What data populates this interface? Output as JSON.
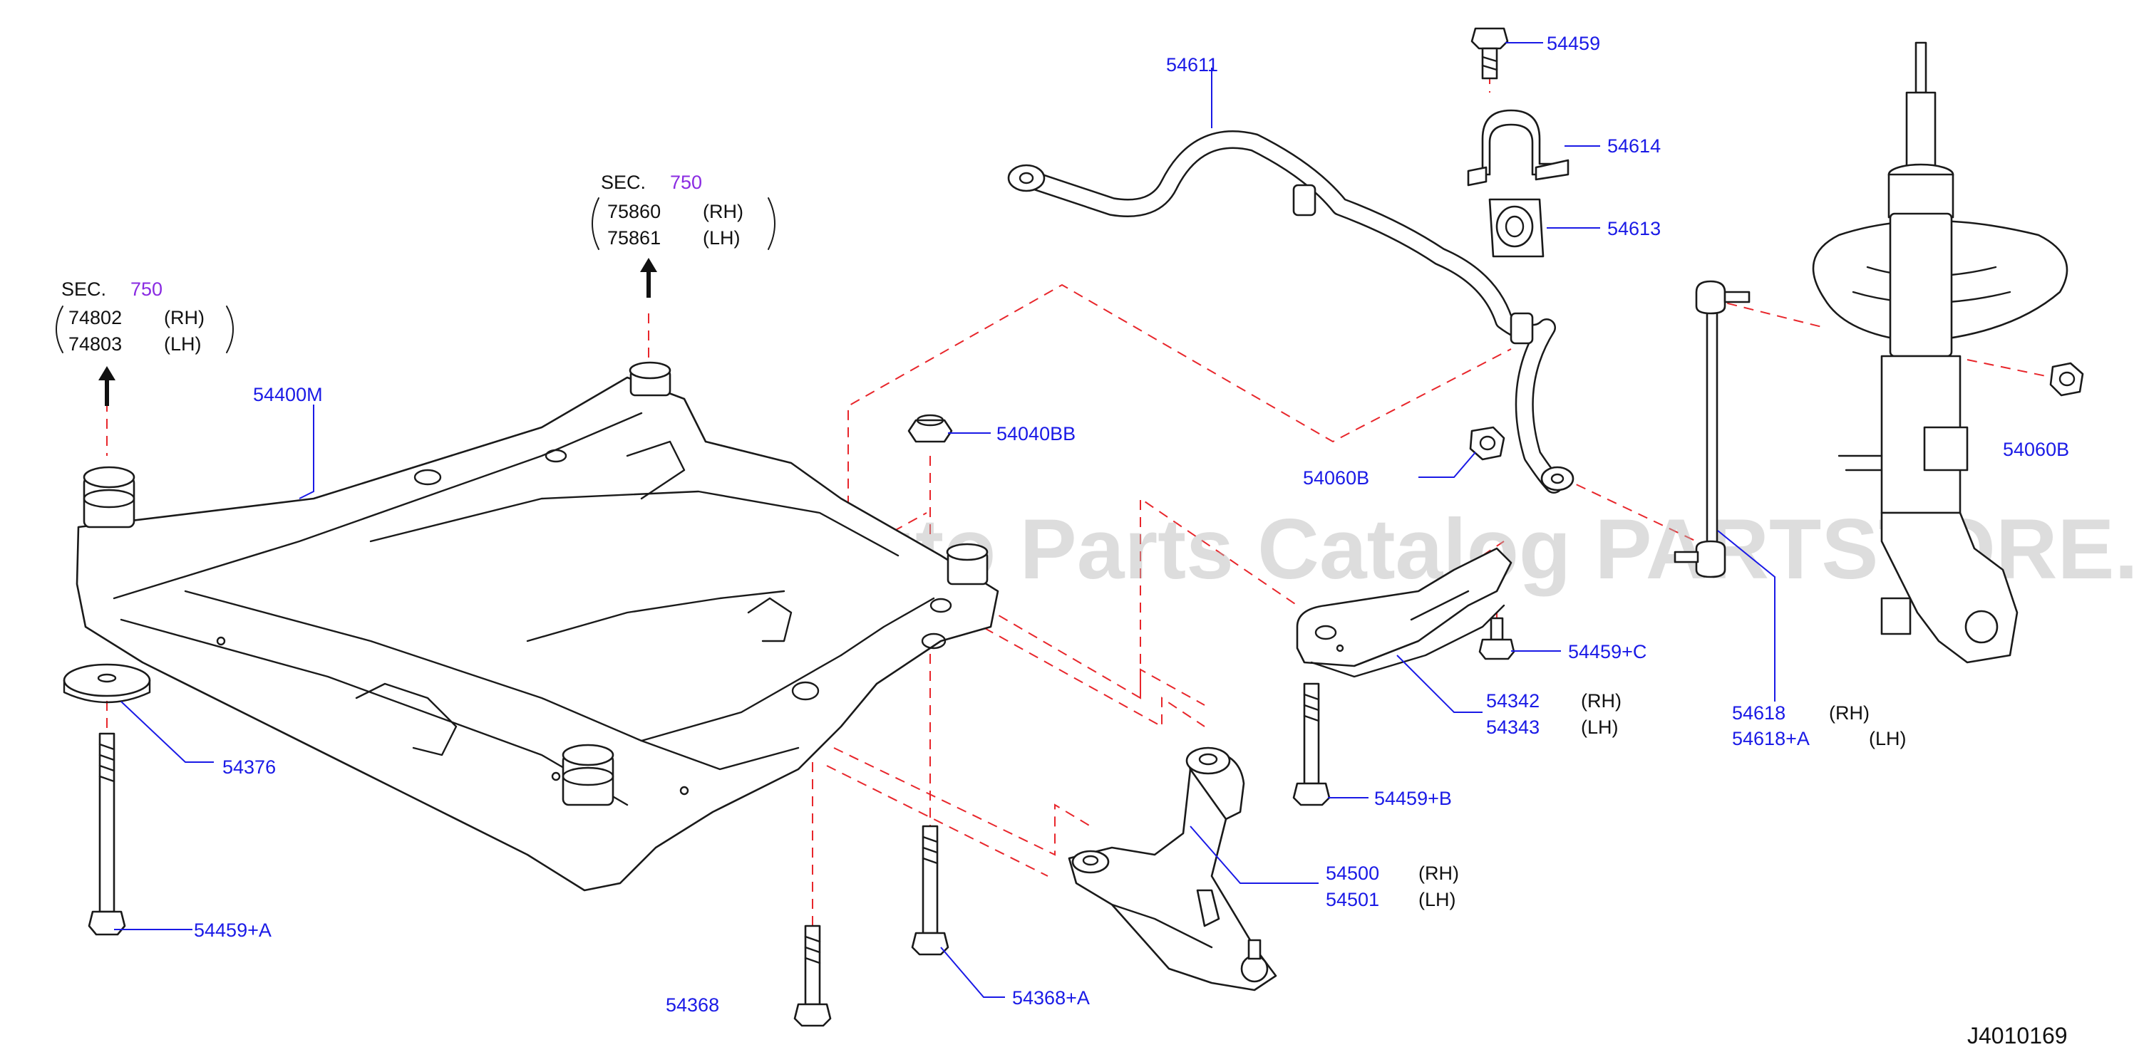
{
  "watermark": "Offers Merchant Auto Parts Catalog PARTSTORE.SA",
  "diagram_ref": "J4010169",
  "sections": [
    {
      "label": "SEC.",
      "number": "750",
      "parts": [
        "74802",
        "74803"
      ],
      "sides": [
        "(RH)",
        "(LH)"
      ]
    },
    {
      "label": "SEC.",
      "number": "750",
      "parts": [
        "75860",
        "75861"
      ],
      "sides": [
        "(RH)",
        "(LH)"
      ]
    }
  ],
  "callouts": {
    "c54400M": "54400M",
    "c54376": "54376",
    "c54459A": "54459+A",
    "c54368": "54368",
    "c54368A": "54368+A",
    "c54040BB": "54040BB",
    "c54611": "54611",
    "c54459": "54459",
    "c54614": "54614",
    "c54613": "54613",
    "c54060B_left": "54060B",
    "c54060B_right": "54060B",
    "c54459C": "54459+C",
    "c54459B": "54459+B",
    "c54342": "54342",
    "c54343": "54343",
    "c54342_side": "(RH)",
    "c54343_side": "(LH)",
    "c54500": "54500",
    "c54501": "54501",
    "c54500_side": "(RH)",
    "c54501_side": "(LH)",
    "c54618": "54618",
    "c54618A": "54618+A",
    "c54618_side": "(RH)",
    "c54618A_side": "(LH)"
  }
}
